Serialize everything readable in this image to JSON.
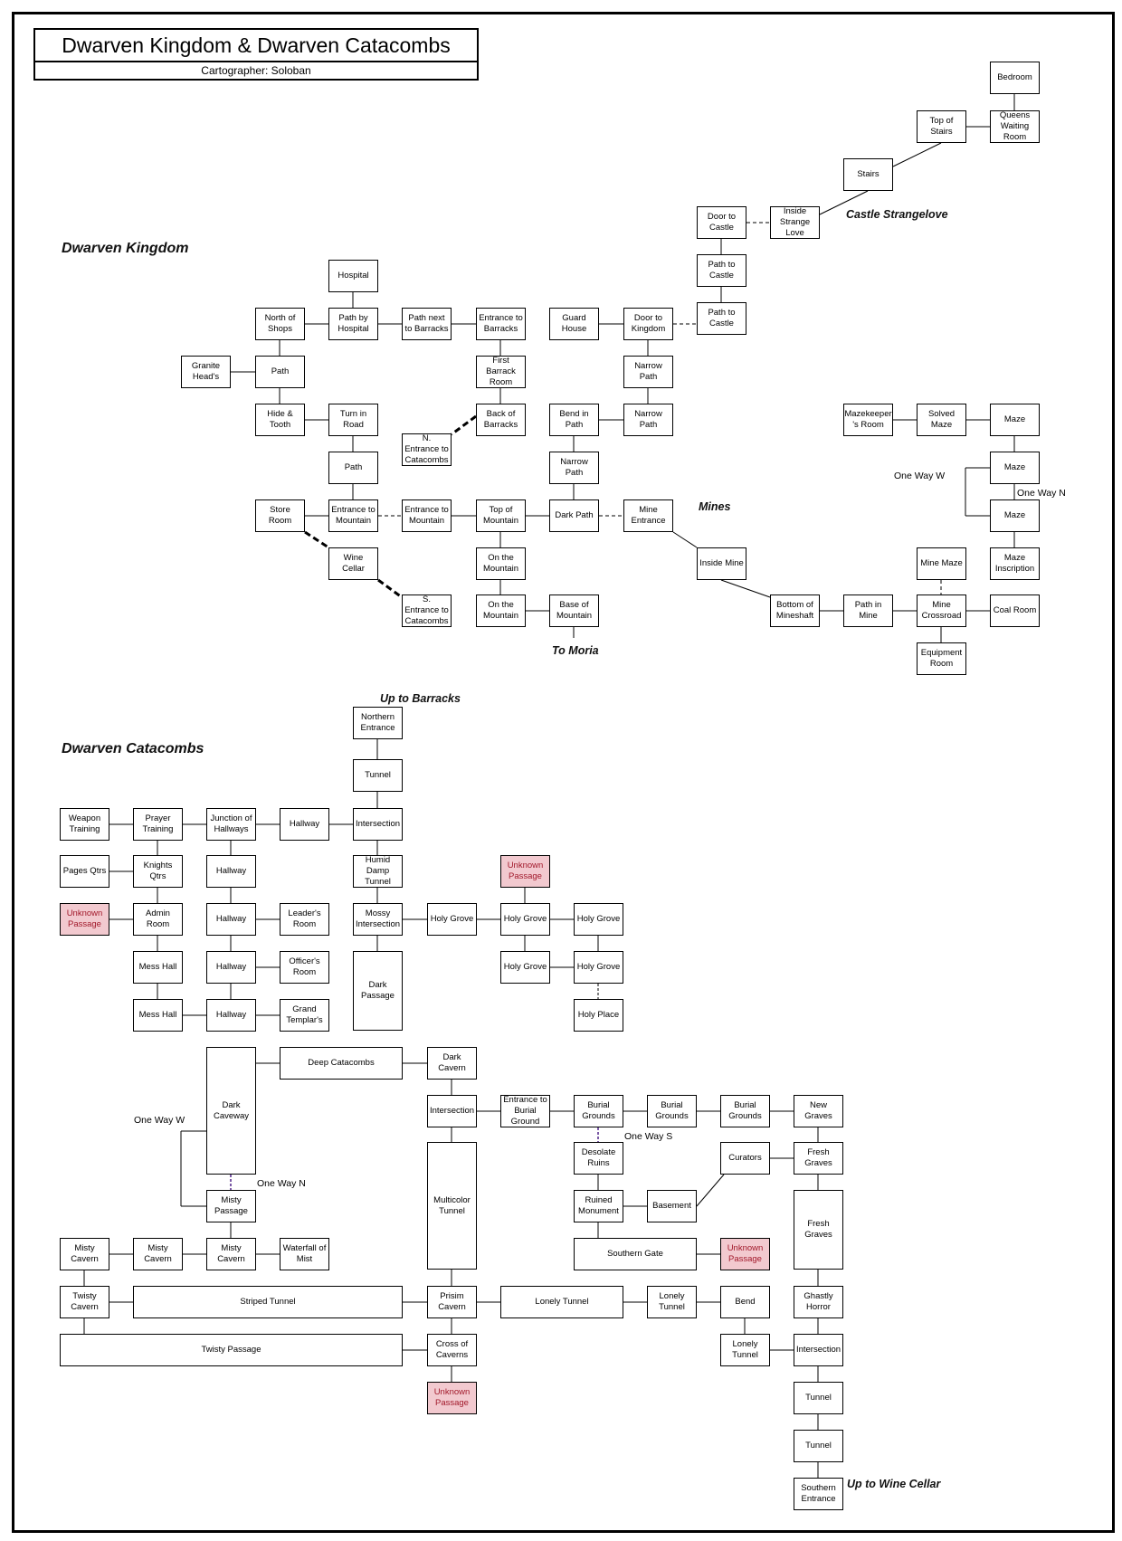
{
  "title": "Dwarven Kingdom & Dwarven Catacombs",
  "subtitle": "Cartographer: Soloban",
  "labels": {
    "kingdom": "Dwarven Kingdom",
    "catacombs": "Dwarven Catacombs",
    "castle": "Castle Strangelove",
    "mines": "Mines",
    "moria": "To Moria",
    "barracks": "Up to Barracks",
    "wine": "Up to Wine Cellar"
  },
  "notes": {
    "oneway_w_mines": "One Way W",
    "oneway_n_mines": "One Way N",
    "oneway_w_cat": "One Way W",
    "oneway_n_cat": "One Way N",
    "oneway_s": "One Way S"
  },
  "colors": {
    "unknown_fill": "#f2c9cf",
    "unknown_text": "#a2192b",
    "oneway_link": "#7b5aa6"
  },
  "rooms": {
    "bedroom": "Bedroom",
    "queens_waiting": "Queens Waiting Room",
    "top_stairs": "Top of Stairs",
    "stairs": "Stairs",
    "inside_strange": "Inside Strange Love",
    "door_castle": "Door to Castle",
    "path_castle1": "Path to Castle",
    "path_castle2": "Path to Castle",
    "hospital": "Hospital",
    "north_shops": "North of Shops",
    "path_hospital": "Path by Hospital",
    "path_barracks": "Path next to Barracks",
    "entrance_barracks": "Entrance to Barracks",
    "guard_house": "Guard House",
    "door_kingdom": "Door to Kingdom",
    "granite": "Granite Head's",
    "path_a": "Path",
    "first_barrack": "First Barrack Room",
    "narrow1": "Narrow Path",
    "hide_tooth": "Hide & Tooth",
    "turn_road": "Turn in Road",
    "back_barracks": "Back of Barracks",
    "bend_path": "Bend in Path",
    "narrow2": "Narrow Path",
    "n_entrance_cat": "N. Entrance to Catacombs",
    "path_b": "Path",
    "narrow3": "Narrow Path",
    "mazekeeper": "Mazekeeper 's Room",
    "solved_maze": "Solved Maze",
    "maze1": "Maze",
    "maze2": "Maze",
    "maze3": "Maze",
    "store_room": "Store Room",
    "entrance_mtn1": "Entrance to Mountain",
    "entrance_mtn2": "Entrance to Mountain",
    "top_mtn": "Top of Mountain",
    "dark_path": "Dark Path",
    "mine_entrance": "Mine Entrance",
    "wine_cellar": "Wine Cellar",
    "on_mtn1": "On the Mountain",
    "inside_mine": "Inside Mine",
    "mine_maze": "Mine Maze",
    "maze_inscription": "Maze Inscription",
    "s_entrance_cat": "S. Entrance to Catacombs",
    "on_mtn2": "On the Mountain",
    "base_mtn": "Base of Mountain",
    "bottom_mineshaft": "Bottom of Mineshaft",
    "path_mine": "Path in Mine",
    "mine_crossroad": "Mine Crossroad",
    "coal_room": "Coal Room",
    "equipment_room": "Equipment Room",
    "northern_entrance": "Northern Entrance",
    "tunnel_a": "Tunnel",
    "weapon_training": "Weapon Training",
    "prayer_training": "Prayer Training",
    "junction": "Junction of Hallways",
    "hallway_a": "Hallway",
    "intersection_a": "Intersection",
    "pages_qtrs": "Pages Qtrs",
    "knights_qtrs": "Knights Qtrs",
    "hallway_b": "Hallway",
    "humid": "Humid Damp Tunnel",
    "unknown_a": "Unknown Passage",
    "unknown_b": "Unknown Passage",
    "admin_room": "Admin Room",
    "hallway_c": "Hallway",
    "leaders_room": "Leader's Room",
    "mossy": "Mossy Intersection",
    "holy_grove1": "Holy Grove",
    "holy_grove2": "Holy Grove",
    "holy_grove3": "Holy Grove",
    "mess_hall1": "Mess Hall",
    "hallway_d": "Hallway",
    "officers_room": "Officer's Room",
    "dark_passage": "Dark Passage",
    "holy_grove4": "Holy Grove",
    "holy_grove5": "Holy Grove",
    "mess_hall2": "Mess Hall",
    "hallway_e": "Hallway",
    "grand_templar": "Grand Templar's",
    "holy_place": "Holy Place",
    "dark_caveway": "Dark Caveway",
    "deep_catacombs": "Deep Catacombs",
    "dark_cavern": "Dark Cavern",
    "intersection_b": "Intersection",
    "entrance_burial": "Entrance to Burial Ground",
    "burial1": "Burial Grounds",
    "burial2": "Burial Grounds",
    "burial3": "Burial Grounds",
    "new_graves": "New Graves",
    "desolate": "Desolate Ruins",
    "curators": "Curators",
    "fresh1": "Fresh Graves",
    "multicolor": "Multicolor Tunnel",
    "misty_passage": "Misty Passage",
    "ruined": "Ruined Monument",
    "basement": "Basement",
    "fresh2": "Fresh Graves",
    "southern_gate": "Southern Gate",
    "unknown_c": "Unknown Passage",
    "misty_cav1": "Misty Cavern",
    "misty_cav2": "Misty Cavern",
    "misty_cav3": "Misty Cavern",
    "waterfall": "Waterfall of Mist",
    "twisty_cavern": "Twisty Cavern",
    "striped": "Striped Tunnel",
    "prisim": "Prisim Cavern",
    "lonely_tunnel_long": "Lonely Tunnel",
    "lonely1": "Lonely Tunnel",
    "bend": "Bend",
    "ghastly": "Ghastly Horror",
    "twisty_passage": "Twisty Passage",
    "cross_caverns": "Cross of Caverns",
    "lonely2": "Lonely Tunnel",
    "intersection_c": "Intersection",
    "unknown_d": "Unknown Passage",
    "tunnel_b": "Tunnel",
    "tunnel_c": "Tunnel",
    "southern_entrance": "Southern Entrance"
  }
}
